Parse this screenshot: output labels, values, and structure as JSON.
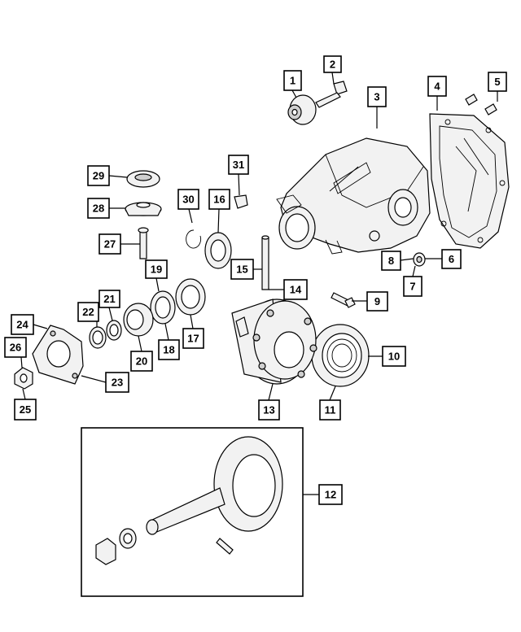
{
  "diagram": {
    "labels": [
      "1",
      "2",
      "3",
      "4",
      "5",
      "6",
      "7",
      "8",
      "9",
      "10",
      "11",
      "12",
      "13",
      "14",
      "15",
      "16",
      "17",
      "18",
      "19",
      "20",
      "21",
      "22",
      "23",
      "24",
      "25",
      "26",
      "27",
      "28",
      "29",
      "30",
      "31"
    ]
  },
  "colors": {
    "line": "#000000",
    "background": "#ffffff",
    "part_fill": "#f2f2f2",
    "part_shade": "#cfcfcf"
  }
}
